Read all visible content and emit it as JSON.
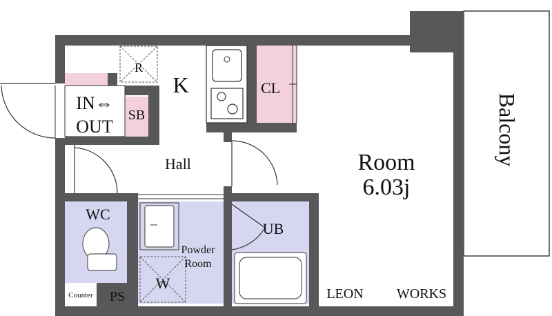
{
  "rooms": {
    "room": {
      "name": "Room",
      "size": "6.03j"
    },
    "kitchen": "K",
    "hall": "Hall",
    "entrance": {
      "line1": "IN⇔",
      "line2": "OUT"
    },
    "shoe_box": "SB",
    "refrigerator": "R",
    "closet": "CL",
    "toilet": "WC",
    "bath": "UB",
    "powder_room": {
      "line1": "Powder",
      "line2": "Room"
    },
    "washer": "W",
    "counter": "Counter",
    "pipe_space": "PS",
    "balcony": "Balcony"
  },
  "brand": {
    "left": "LEON",
    "right": "WORKS"
  },
  "colors": {
    "wall": "#58585a",
    "wet_area": "#d6d6f0",
    "storage": "#f2d1dc",
    "fixture": "#ffffff"
  }
}
